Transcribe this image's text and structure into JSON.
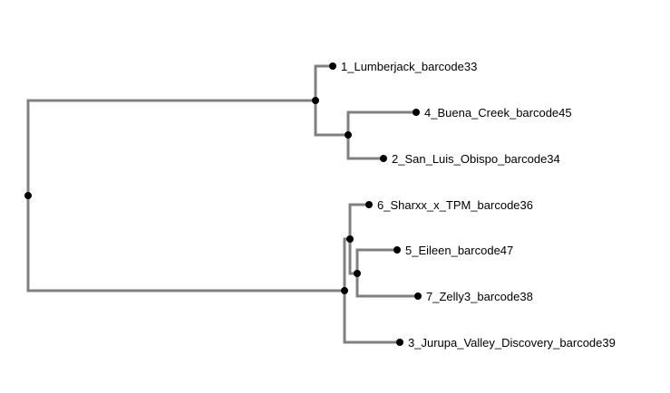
{
  "tree": {
    "leaves": [
      {
        "id": "l1",
        "label": "1_Lumberjack_barcode33"
      },
      {
        "id": "l4",
        "label": "4_Buena_Creek_barcode45"
      },
      {
        "id": "l2",
        "label": "2_San_Luis_Obispo_barcode34"
      },
      {
        "id": "l6",
        "label": "6_Sharxx_x_TPM_barcode36"
      },
      {
        "id": "l5",
        "label": "5_Eileen_barcode47"
      },
      {
        "id": "l7",
        "label": "7_Zelly3_barcode38"
      },
      {
        "id": "l3",
        "label": "3_Jurupa_Valley_Discovery_barcode39"
      }
    ],
    "colors": {
      "branch": "#808080",
      "node": "#000000",
      "label": "#000000"
    }
  }
}
